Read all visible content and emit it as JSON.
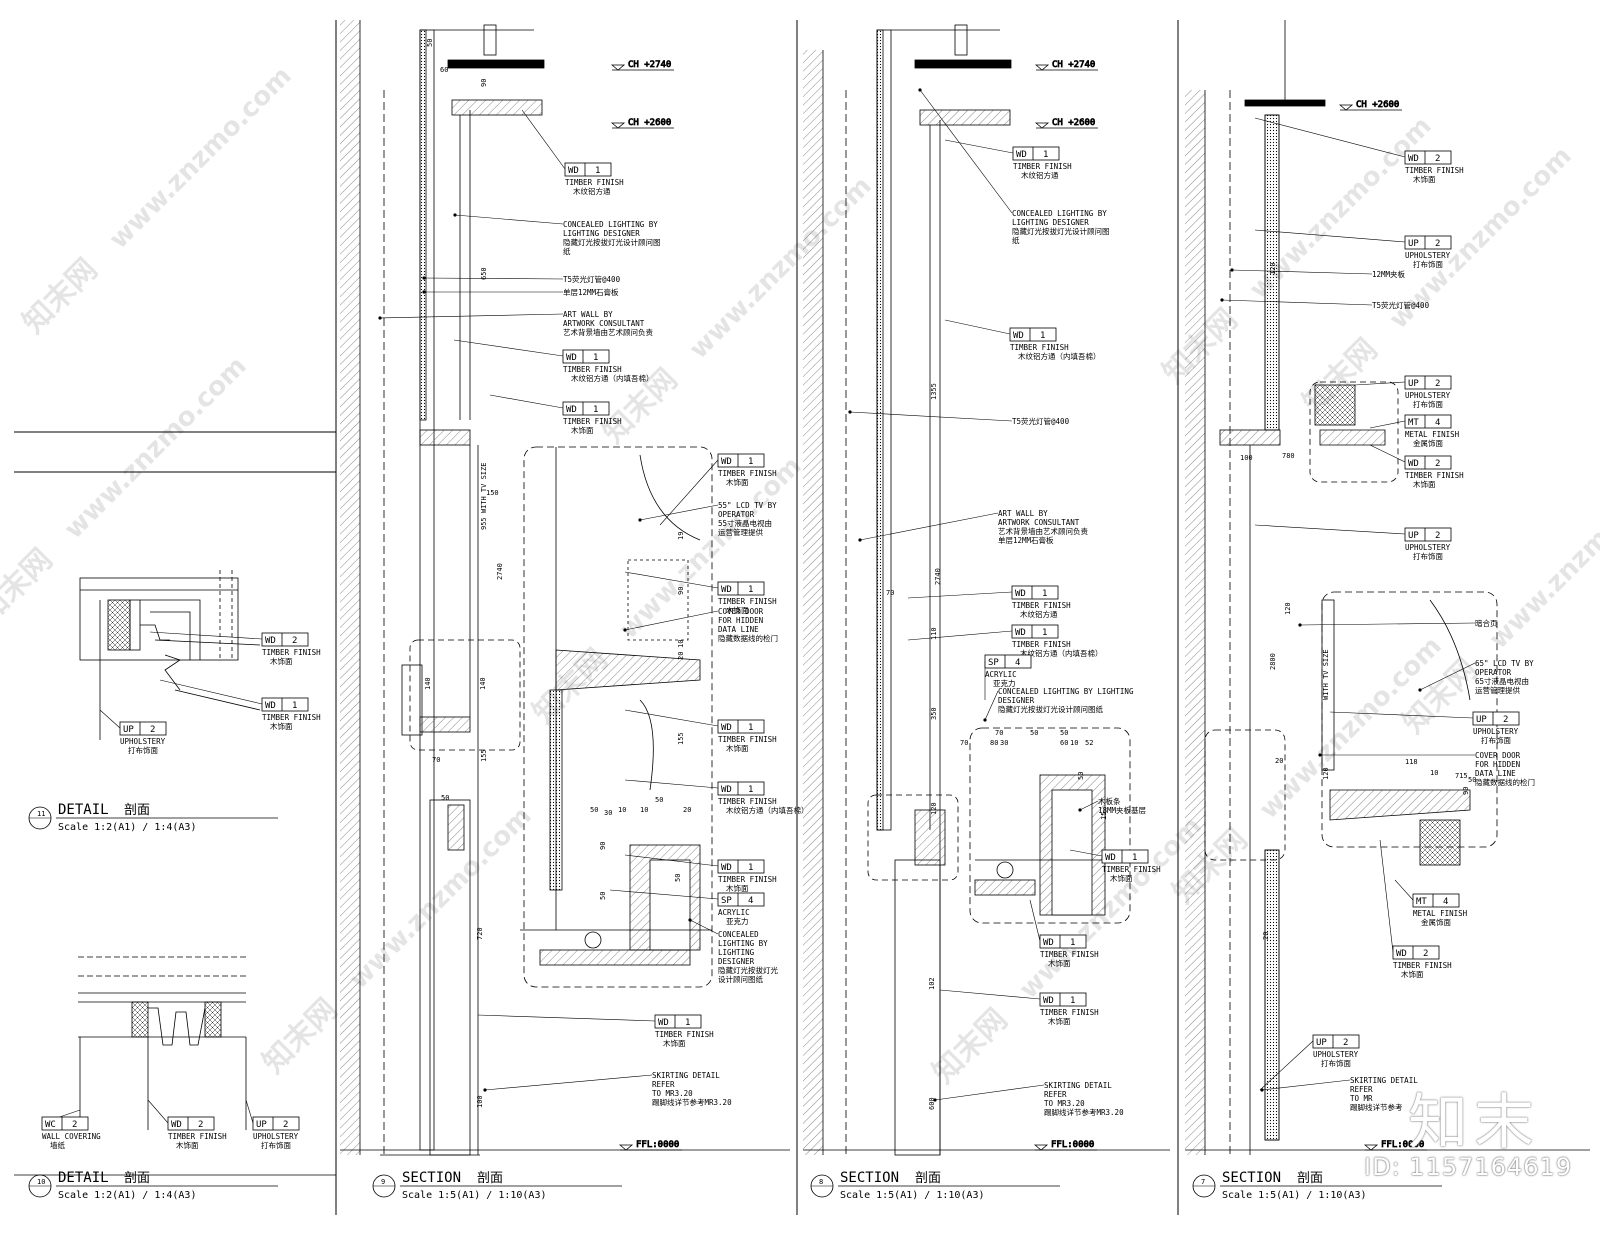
{
  "sheet": {
    "titles": [
      {
        "number": "11",
        "name": "DETAIL",
        "cn": "剖面",
        "scale": "Scale 1:2(A1) / 1:4(A3)"
      },
      {
        "number": "10",
        "name": "DETAIL",
        "cn": "剖面",
        "scale": "Scale 1:2(A1) / 1:4(A3)"
      },
      {
        "number": "9",
        "name": "SECTION",
        "cn": "剖面",
        "scale": "Scale 1:5(A1) / 1:10(A3)"
      },
      {
        "number": "8",
        "name": "SECTION",
        "cn": "剖面",
        "scale": "Scale 1:5(A1) / 1:10(A3)"
      },
      {
        "number": "7",
        "name": "SECTION",
        "cn": "剖面",
        "scale": "Scale 1:5(A1) / 1:10(A3)"
      }
    ],
    "levels": {
      "ch2740": "CH +2740",
      "ch2600": "CH +2600",
      "ffl": "FFL:0000"
    },
    "watermark_url": "www.znzmo.com",
    "watermark_cn": "知末网",
    "logo_text": "知末",
    "id_text": "ID: 1157164619"
  },
  "tags": [
    {
      "code": "WD",
      "num": "2",
      "l1": "TIMBER FINISH",
      "l2": "木饰面"
    },
    {
      "code": "WD",
      "num": "1",
      "l1": "TIMBER FINISH",
      "l2": "木饰面"
    },
    {
      "code": "UP",
      "num": "2",
      "l1": "UPHOLSTERY",
      "l2": "打布饰面"
    },
    {
      "code": "WC",
      "num": "2",
      "l1": "WALL COVERING",
      "l2": "墙纸"
    },
    {
      "code": "WD",
      "num": "2",
      "l1": "TIMBER FINISH",
      "l2": "木饰面"
    },
    {
      "code": "UP",
      "num": "2",
      "l1": "UPHOLSTERY",
      "l2": "打布饰面"
    },
    {
      "code": "WD",
      "num": "1",
      "l1": "TIMBER FINISH",
      "l2": "木纹铝方通"
    },
    {
      "code": "WD",
      "num": "1",
      "l1": "TIMBER FINISH",
      "l2": "木纹铝方通（内填吾棉）"
    },
    {
      "code": "WD",
      "num": "1",
      "l1": "TIMBER FINISH",
      "l2": "木饰面"
    },
    {
      "code": "WD",
      "num": "1",
      "l1": "TIMBER FINISH",
      "l2": "木饰面"
    },
    {
      "code": "WD",
      "num": "1",
      "l1": "TIMBER FINISH",
      "l2": "木饰面"
    },
    {
      "code": "WD",
      "num": "1",
      "l1": "TIMBER FINISH",
      "l2": "木饰面"
    },
    {
      "code": "WD",
      "num": "1",
      "l1": "TIMBER FINISH",
      "l2": "木纹铝方通（内填吾棉）"
    },
    {
      "code": "WD",
      "num": "1",
      "l1": "TIMBER FINISH",
      "l2": "木饰面"
    },
    {
      "code": "SP",
      "num": "4",
      "l1": "ACRYLIC",
      "l2": "亚克力"
    },
    {
      "code": "WD",
      "num": "1",
      "l1": "TIMBER FINISH",
      "l2": "木饰面"
    },
    {
      "code": "WD",
      "num": "1",
      "l1": "TIMBER FINISH",
      "l2": "木纹铝方通"
    },
    {
      "code": "WD",
      "num": "1",
      "l1": "TIMBER FINISH",
      "l2": "木纹铝方通（内填吾棉）"
    },
    {
      "code": "WD",
      "num": "1",
      "l1": "TIMBER FINISH",
      "l2": "木纹铝方通"
    },
    {
      "code": "WD",
      "num": "1",
      "l1": "TIMBER FINISH",
      "l2": "木纹铝方通（内填吾棉）"
    },
    {
      "code": "SP",
      "num": "4",
      "l1": "ACRYLIC",
      "l2": "亚克力"
    },
    {
      "code": "WD",
      "num": "1",
      "l1": "TIMBER FINISH",
      "l2": "木饰面"
    },
    {
      "code": "WD",
      "num": "1",
      "l1": "TIMBER FINISH",
      "l2": "木饰面"
    },
    {
      "code": "WD",
      "num": "1",
      "l1": "TIMBER FINISH",
      "l2": "木饰面"
    },
    {
      "code": "WD",
      "num": "2",
      "l1": "TIMBER FINISH",
      "l2": "木饰面"
    },
    {
      "code": "UP",
      "num": "2",
      "l1": "UPHOLSTERY",
      "l2": "打布饰面"
    },
    {
      "code": "UP",
      "num": "2",
      "l1": "UPHOLSTERY",
      "l2": "打布饰面"
    },
    {
      "code": "MT",
      "num": "4",
      "l1": "METAL FINISH",
      "l2": "金属饰面"
    },
    {
      "code": "WD",
      "num": "2",
      "l1": "TIMBER FINISH",
      "l2": "木饰面"
    },
    {
      "code": "UP",
      "num": "2",
      "l1": "UPHOLSTERY",
      "l2": "打布饰面"
    },
    {
      "code": "UP",
      "num": "2",
      "l1": "UPHOLSTERY",
      "l2": "打布饰面"
    },
    {
      "code": "MT",
      "num": "4",
      "l1": "METAL FINISH",
      "l2": "金属饰面"
    },
    {
      "code": "WD",
      "num": "2",
      "l1": "TIMBER FINISH",
      "l2": "木饰面"
    },
    {
      "code": "UP",
      "num": "2",
      "l1": "UPHOLSTERY",
      "l2": "打布饰面"
    }
  ],
  "notes": [
    {
      "lines": [
        "CONCEALED LIGHTING BY",
        "LIGHTING DESIGNER",
        "隐藏灯光按拔灯光设计顾问图",
        "纸"
      ]
    },
    {
      "lines": [
        "T5荧光灯管@400"
      ]
    },
    {
      "lines": [
        "单层12MM石膏板"
      ]
    },
    {
      "lines": [
        "ART WALL BY",
        "ARTWORK CONSULTANT",
        "艺术背景墙由艺术顾问负责"
      ]
    },
    {
      "lines": [
        "55\" LCD TV BY",
        "OPERATOR",
        "55寸液晶电视由",
        "运营管理提供"
      ]
    },
    {
      "lines": [
        "COVER DOOR",
        "FOR HIDDEN",
        "DATA LINE",
        "隐藏数据线的检门"
      ]
    },
    {
      "lines": [
        "CONCEALED",
        "LIGHTING BY",
        "LIGHTING",
        "DESIGNER",
        "隐藏灯光按拔灯光",
        "设计顾问图纸"
      ]
    },
    {
      "lines": [
        "SKIRTING DETAIL",
        "REFER",
        "TO MR3.20",
        "踢脚线详节参考MR3.20"
      ]
    },
    {
      "lines": [
        "CONCEALED LIGHTING BY",
        "LIGHTING DESIGNER",
        "隐藏灯光按拔灯光设计顾问图",
        "纸"
      ]
    },
    {
      "lines": [
        "T5荧光灯管@400"
      ]
    },
    {
      "lines": [
        "ART WALL BY",
        "ARTWORK CONSULTANT",
        "艺术背景墙由艺术顾问负责",
        "单层12MM石膏板"
      ]
    },
    {
      "lines": [
        "CONCEALED LIGHTING BY LIGHTING",
        "DESIGNER",
        "隐藏灯光按拔灯光设计顾问图纸"
      ]
    },
    {
      "lines": [
        "木板条",
        "18MM夹板基层"
      ]
    },
    {
      "lines": [
        "SKIRTING DETAIL",
        "REFER",
        "TO MR3.20",
        "踢脚线详节参考MR3.20"
      ]
    },
    {
      "lines": [
        "12MM夹板"
      ]
    },
    {
      "lines": [
        "T5荧光灯管@400"
      ]
    },
    {
      "lines": [
        "暗合页"
      ]
    },
    {
      "lines": [
        "65\" LCD TV BY",
        "OPERATOR",
        "65寸液晶电视由",
        "运营管理提供"
      ]
    },
    {
      "lines": [
        "COVER DOOR",
        "FOR HIDDEN",
        "DATA LINE",
        "隐藏数据线的检门"
      ]
    },
    {
      "lines": [
        "SKIRTING DETAIL",
        "REFER",
        "TO MR",
        "踢脚线详节参考"
      ]
    }
  ],
  "dims": [
    "50",
    "60",
    "90",
    "650",
    "140",
    "140",
    "150",
    "955 WITH TV SIZE",
    "2740",
    "70",
    "155",
    "50",
    "720",
    "100",
    "19",
    "90",
    "10",
    "20",
    "155",
    "50",
    "90",
    "30",
    "10",
    "10",
    "50",
    "20",
    "50",
    "50",
    "70",
    "50",
    "50",
    "1355",
    "2740",
    "70",
    "110",
    "350",
    "120",
    "30",
    "70",
    "60",
    "80",
    "10",
    "52",
    "50",
    "15",
    "102",
    "600",
    "100",
    "120",
    "780",
    "120",
    "2800",
    "WITH TV SIZE",
    "118",
    "120",
    "20",
    "715",
    "10",
    "90",
    "50",
    "20",
    "120"
  ]
}
